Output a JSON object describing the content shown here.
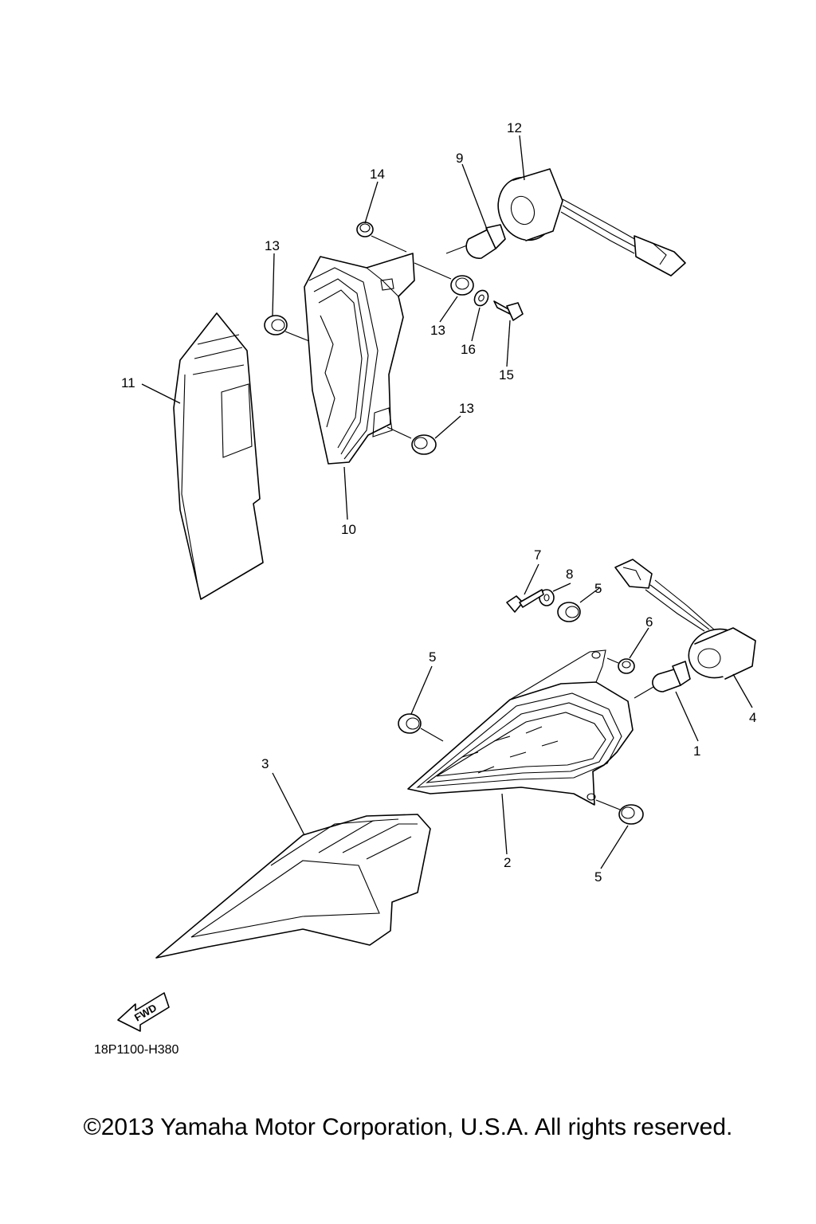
{
  "diagram": {
    "callouts": [
      {
        "id": "c1",
        "text": "1"
      },
      {
        "id": "c2",
        "text": "2"
      },
      {
        "id": "c3",
        "text": "3"
      },
      {
        "id": "c4",
        "text": "4"
      },
      {
        "id": "c5a",
        "text": "5"
      },
      {
        "id": "c5b",
        "text": "5"
      },
      {
        "id": "c5c",
        "text": "5"
      },
      {
        "id": "c6",
        "text": "6"
      },
      {
        "id": "c7",
        "text": "7"
      },
      {
        "id": "c8",
        "text": "8"
      },
      {
        "id": "c9",
        "text": "9"
      },
      {
        "id": "c10",
        "text": "10"
      },
      {
        "id": "c11",
        "text": "11"
      },
      {
        "id": "c12",
        "text": "12"
      },
      {
        "id": "c13a",
        "text": "13"
      },
      {
        "id": "c13b",
        "text": "13"
      },
      {
        "id": "c13c",
        "text": "13"
      },
      {
        "id": "c14",
        "text": "14"
      },
      {
        "id": "c15",
        "text": "15"
      },
      {
        "id": "c16",
        "text": "16"
      }
    ],
    "fwd_label": "FWD",
    "drawing_code": "18P1100-H380"
  },
  "footer": {
    "copyright": "©2013 Yamaha Motor Corporation, U.S.A. All rights reserved."
  }
}
